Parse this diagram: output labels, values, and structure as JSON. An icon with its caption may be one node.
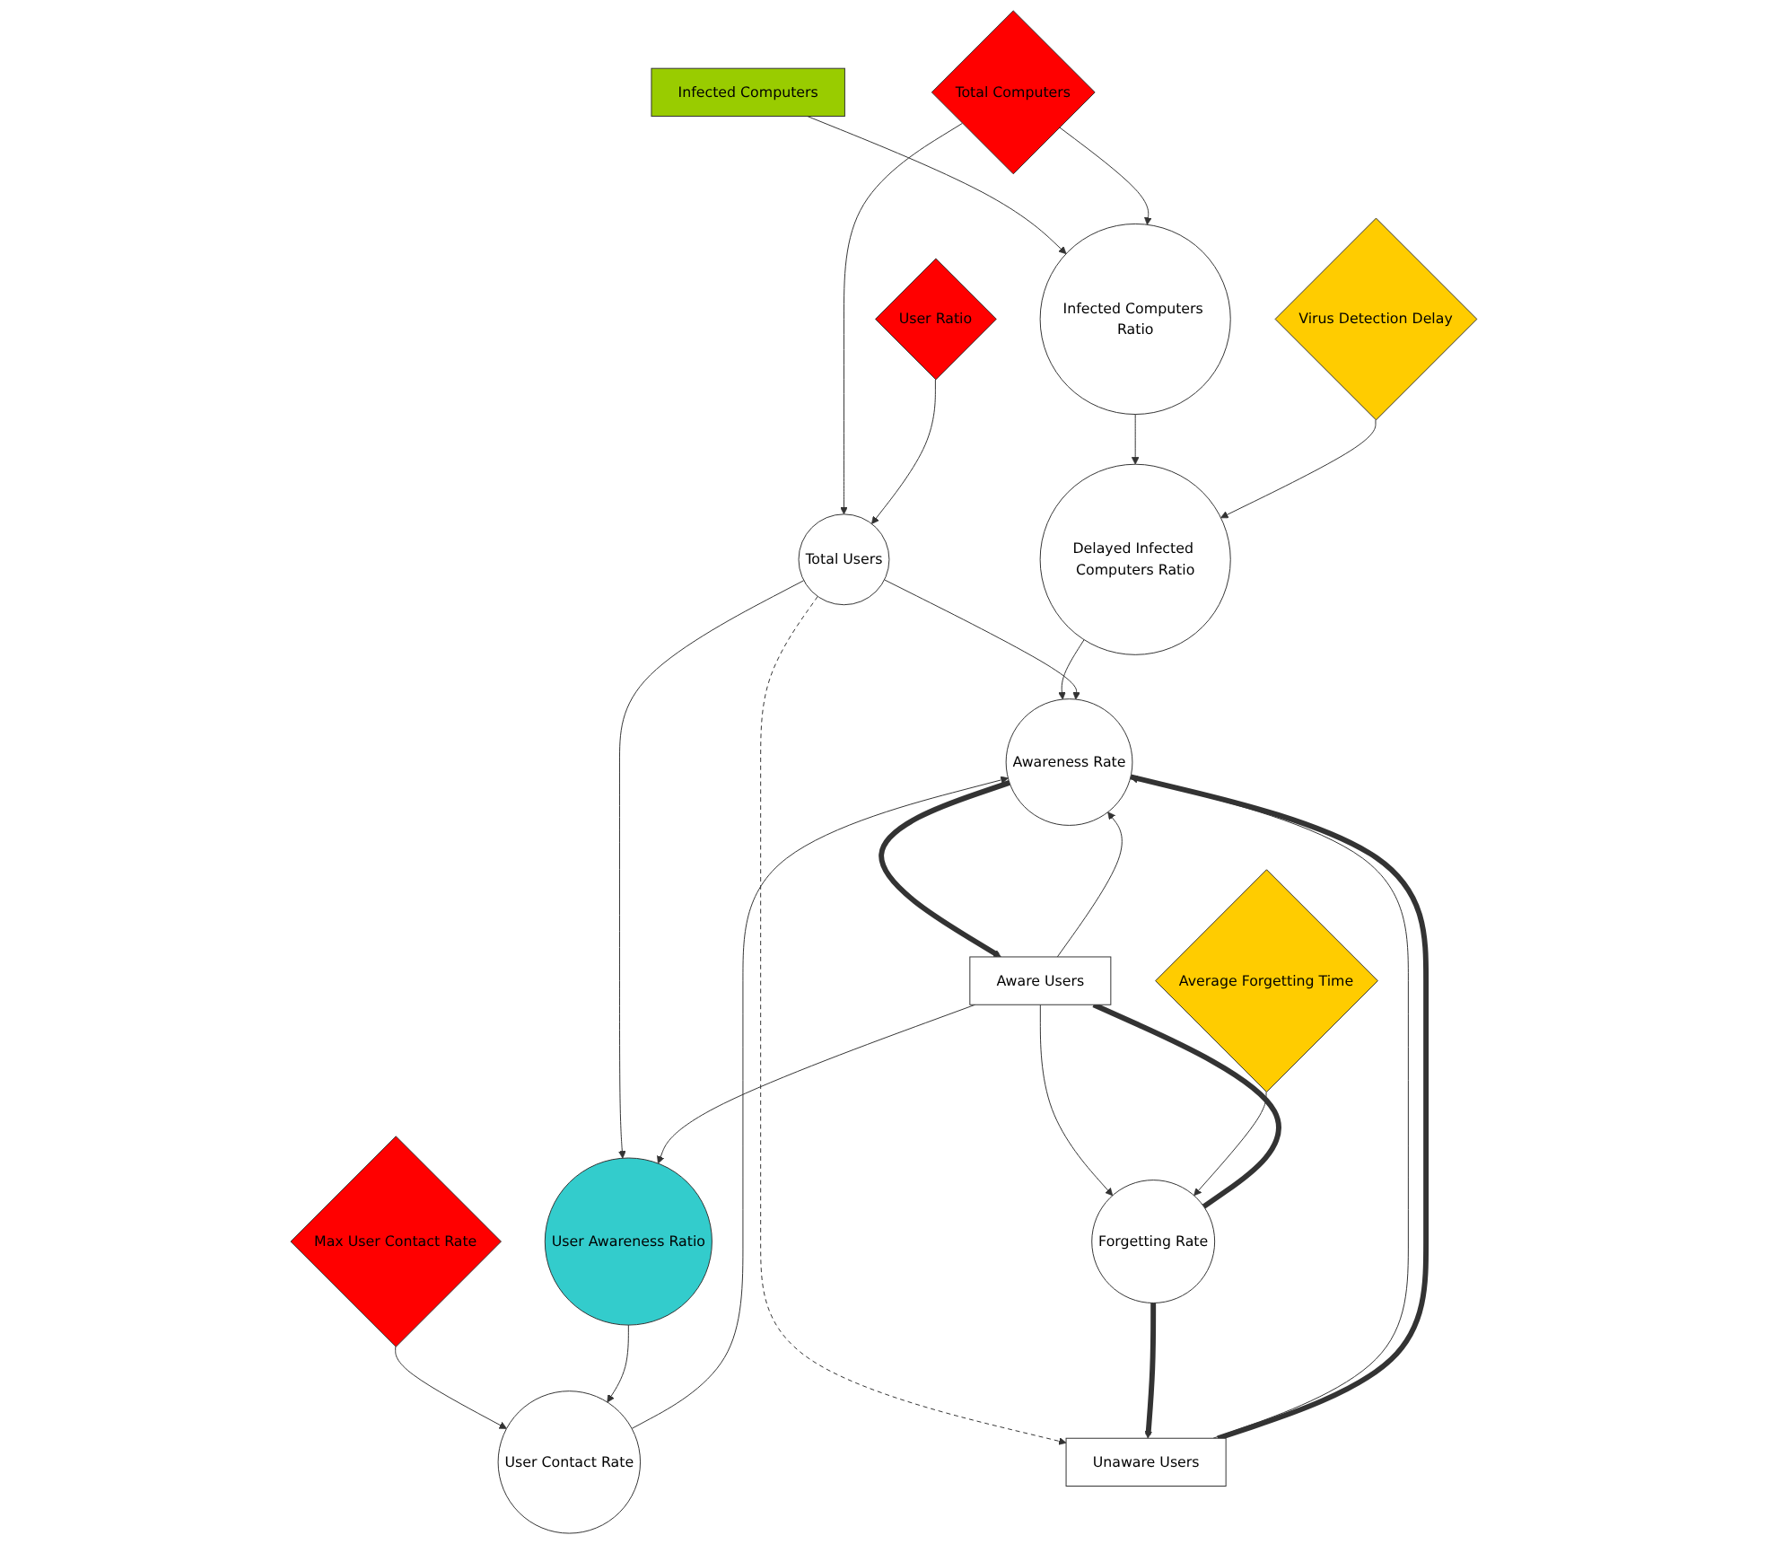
{
  "diagram": {
    "nodes": [
      {
        "text": [
          "Infected Computers"
        ]
      },
      {
        "text": [
          "Total Computers"
        ]
      },
      {
        "text": [
          "Infected Computers Ratio"
        ]
      },
      {
        "text": [
          "User Ratio"
        ]
      },
      {
        "text": [
          "Total Users"
        ]
      },
      {
        "text": [
          "Virus Detection Delay"
        ]
      },
      {
        "text": [
          "Delayed Infected Computers Ratio"
        ]
      },
      {
        "text": [
          "Unaware Users"
        ]
      },
      {
        "text": [
          "Awareness Rate"
        ]
      },
      {
        "text": [
          "Aware Users"
        ]
      },
      {
        "text": [
          "Max User Contact Rate"
        ]
      },
      {
        "text": [
          "User Contact Rate"
        ]
      },
      {
        "text": [
          "User Awareness Ratio"
        ]
      },
      {
        "text": [
          "Average Forgetting Time"
        ]
      },
      {
        "text": [
          "Forgetting Rate"
        ]
      }
    ],
    "edges": [
      {
        "from": 0,
        "to": 2,
        "arrow": "to"
      },
      {
        "from": 1,
        "to": 2,
        "arrow": "to"
      },
      {
        "from": 1,
        "to": 4,
        "arrow": "to"
      },
      {
        "from": 3,
        "to": 4,
        "arrow": "to"
      },
      {
        "from": 2,
        "to": 6,
        "arrow": "to"
      },
      {
        "from": 5,
        "to": 6,
        "arrow": "to"
      },
      {
        "from": 4,
        "to": 7,
        "arrow": "to",
        "style": "dashed"
      },
      {
        "from": 6,
        "to": 8,
        "arrow": "to"
      },
      {
        "from": 4,
        "to": 8,
        "arrow": "to"
      },
      {
        "from": 4,
        "to": 12,
        "arrow": "to"
      },
      {
        "from": 7,
        "to": 8,
        "arrow": "to"
      },
      {
        "from": 9,
        "to": 8,
        "arrow": "to"
      },
      {
        "from": 9,
        "to": 12,
        "arrow": "to"
      },
      {
        "from": 9,
        "to": 14,
        "arrow": "to"
      },
      {
        "from": 11,
        "to": 8,
        "arrow": "to"
      },
      {
        "from": 10,
        "to": 11,
        "arrow": "to"
      },
      {
        "from": 12,
        "to": 11,
        "arrow": "to"
      },
      {
        "from": 13,
        "to": 14,
        "arrow": "to"
      },
      {
        "from": 7,
        "to": 8,
        "arrow": "none",
        "style": "thick"
      },
      {
        "from": 8,
        "to": 9,
        "arrow": "to",
        "style": "thick"
      },
      {
        "from": 9,
        "to": 14,
        "arrow": "none",
        "style": "thick"
      },
      {
        "from": 14,
        "to": 7,
        "arrow": "to",
        "style": "thick"
      }
    ]
  }
}
